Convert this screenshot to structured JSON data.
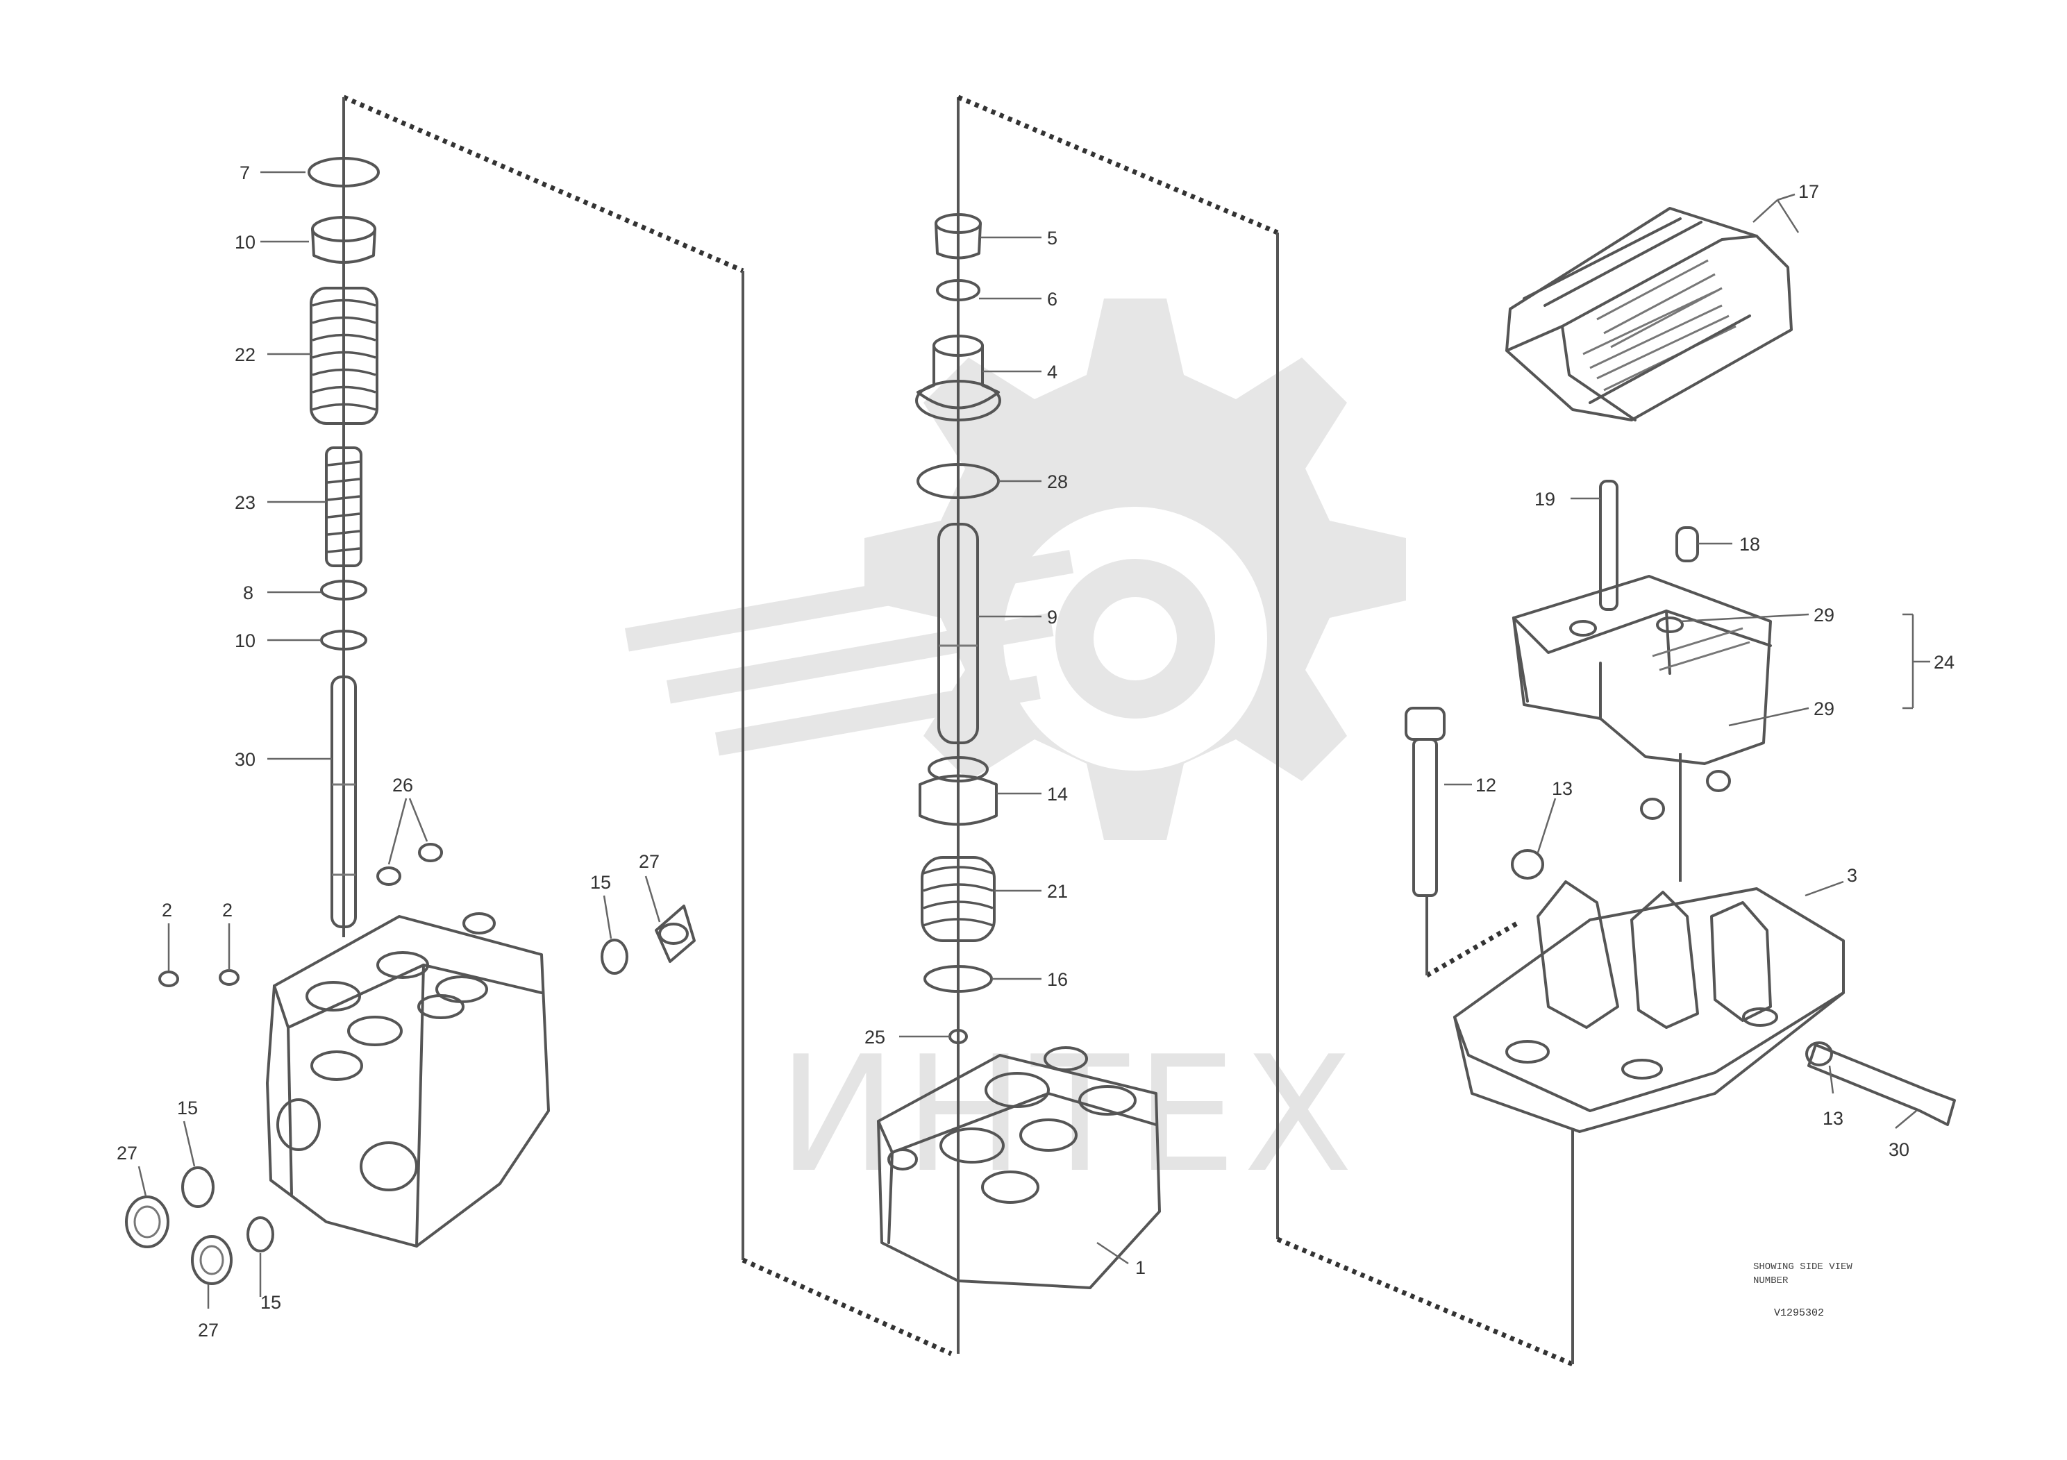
{
  "watermark": {
    "text": "ИНТЕХ"
  },
  "drawing_reference": {
    "line1": "SHOWING SIDE VIEW",
    "line2": "NUMBER",
    "code": "V1295302"
  },
  "callouts": {
    "left_assembly": [
      "7",
      "10",
      "22",
      "23",
      "8",
      "10",
      "30",
      "2",
      "2",
      "26",
      "27",
      "15",
      "27",
      "15",
      "27",
      "15"
    ],
    "center_assembly": [
      "5",
      "6",
      "4",
      "28",
      "9",
      "14",
      "21",
      "16",
      "25",
      "1"
    ],
    "right_assembly": [
      "17",
      "19",
      "18",
      "29",
      "24",
      "29",
      "12",
      "13",
      "3",
      "13",
      "30"
    ]
  }
}
